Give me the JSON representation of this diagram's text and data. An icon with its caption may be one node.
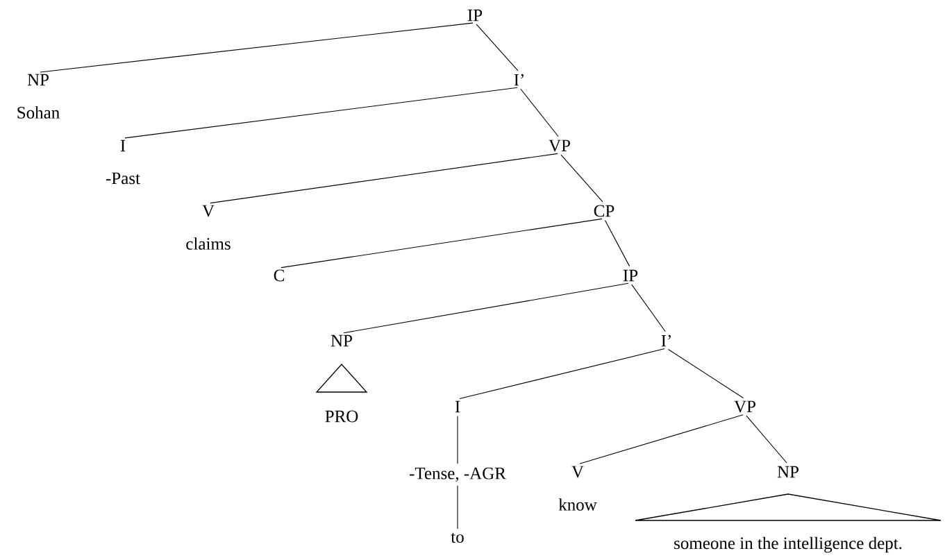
{
  "diagram": {
    "nodes": [
      {
        "text": [
          "IP"
        ]
      },
      {
        "text": [
          "NP"
        ],
        "beside": [
          "Sohan"
        ]
      },
      {
        "text": [
          "I’"
        ]
      },
      {
        "text": [
          "I"
        ],
        "beside": [
          "-Past"
        ]
      },
      {
        "text": [
          "VP"
        ]
      },
      {
        "text": [
          "V"
        ],
        "beside": [
          "claims"
        ]
      },
      {
        "text": [
          "CP"
        ]
      },
      {
        "text": [
          "C"
        ]
      },
      {
        "text": [
          "IP"
        ]
      },
      {
        "text": [
          "NP"
        ],
        "beside": [
          "PRO"
        ]
      },
      {
        "text": [
          "I’"
        ]
      },
      {
        "text": [
          "I"
        ]
      },
      {
        "text": [
          "VP"
        ]
      },
      {
        "text": [
          "-Tense, -AGR"
        ]
      },
      {
        "text": [
          "V"
        ],
        "beside": [
          "know"
        ]
      },
      {
        "text": [
          "NP"
        ],
        "beside": [
          "someone in the intelligence dept."
        ]
      },
      {
        "text": [
          "to"
        ]
      }
    ],
    "edges": [
      {
        "from": 0,
        "to": 1,
        "arrow": "none"
      },
      {
        "from": 0,
        "to": 2,
        "arrow": "none"
      },
      {
        "from": 2,
        "to": 3,
        "arrow": "none"
      },
      {
        "from": 2,
        "to": 4,
        "arrow": "none"
      },
      {
        "from": 4,
        "to": 5,
        "arrow": "none"
      },
      {
        "from": 4,
        "to": 6,
        "arrow": "none"
      },
      {
        "from": 6,
        "to": 7,
        "arrow": "none"
      },
      {
        "from": 6,
        "to": 8,
        "arrow": "none"
      },
      {
        "from": 8,
        "to": 9,
        "arrow": "none"
      },
      {
        "from": 8,
        "to": 10,
        "arrow": "none"
      },
      {
        "from": 10,
        "to": 11,
        "arrow": "none"
      },
      {
        "from": 10,
        "to": 12,
        "arrow": "none"
      },
      {
        "from": 11,
        "to": 13,
        "arrow": "none"
      },
      {
        "from": 12,
        "to": 14,
        "arrow": "none"
      },
      {
        "from": 12,
        "to": 15,
        "arrow": "none"
      },
      {
        "from": 13,
        "to": 16,
        "arrow": "none"
      }
    ]
  }
}
